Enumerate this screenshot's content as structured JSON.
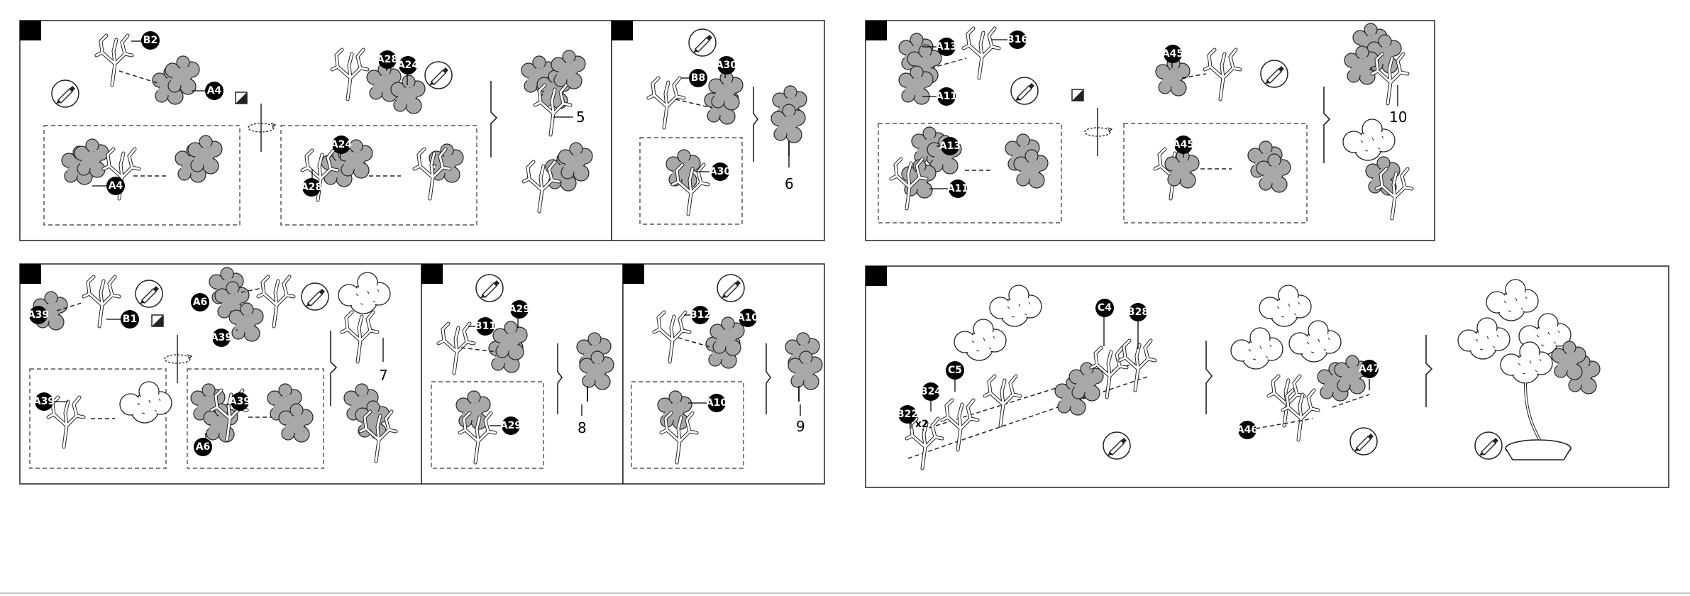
{
  "panel_1": {
    "labels": [
      "B2",
      "A4",
      "A28",
      "A24",
      "A4",
      "A24",
      "A28"
    ],
    "result_number": "5"
  },
  "panel_2": {
    "labels": [
      "B8",
      "A30",
      "A30"
    ],
    "result_number": "6"
  },
  "panel_3": {
    "labels": [
      "A13",
      "B16",
      "A11",
      "A45",
      "A13",
      "A11",
      "A45"
    ],
    "result_number": "10"
  },
  "panel_4": {
    "labels": [
      "A39",
      "B1",
      "A6",
      "A39",
      "A39",
      "A6",
      "A39"
    ],
    "result_number": "7"
  },
  "panel_5": {
    "labels": [
      "B11",
      "A29",
      "A29"
    ],
    "result_number": "8"
  },
  "panel_6": {
    "labels": [
      "B12",
      "A10",
      "A10"
    ],
    "result_number": "9"
  },
  "panel_7": {
    "labels": [
      "B22",
      "B24",
      "C5",
      "C4",
      "B28",
      "A47",
      "A46"
    ],
    "quantity": "x2"
  },
  "colors": {
    "ink": "#000000",
    "foliage_fill": "#a8a8a8",
    "outline": "#222222",
    "paper": "#ffffff"
  },
  "icons": [
    "glue-pen-icon",
    "flip-rotate-icon",
    "tool-hint-icon"
  ]
}
